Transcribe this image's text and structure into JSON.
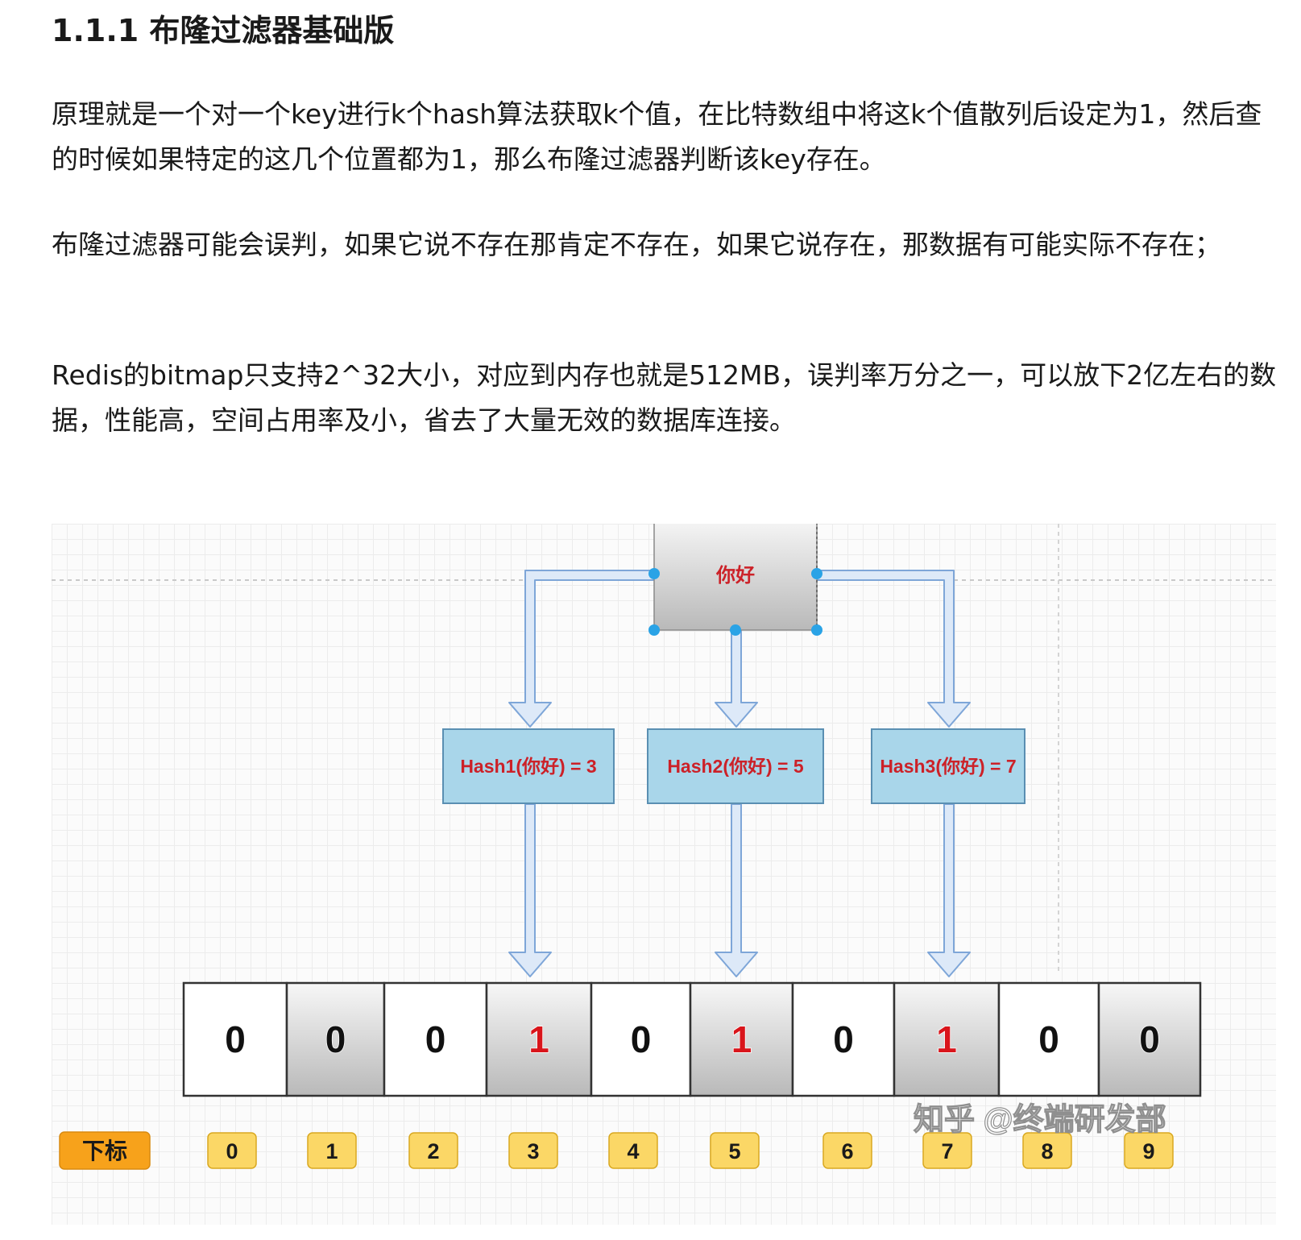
{
  "heading": "1.1.1 布隆过滤器基础版",
  "paragraphs": [
    "原理就是一个对一个key进行k个hash算法获取k个值，在比特数组中将这k个值散列后设定为1，然后查的时候如果特定的这几个位置都为1，那么布隆过滤器判断该key存在。",
    "布隆过滤器可能会误判，如果它说不存在那肯定不存在，如果它说存在，那数据有可能实际不存在；",
    "Redis的bitmap只支持2^32大小，对应到内存也就是512MB，误判率万分之一，可以放下2亿左右的数据，性能高，空间占用率及小，省去了大量无效的数据库连接。"
  ],
  "diagram": {
    "input_label": "你好",
    "hash_labels": [
      "Hash1(你好) = 3",
      "Hash2(你好) = 5",
      "Hash3(你好) = 7"
    ],
    "bits": [
      "0",
      "0",
      "0",
      "1",
      "0",
      "1",
      "0",
      "1",
      "0",
      "0"
    ],
    "index_title": "下标",
    "indices": [
      "0",
      "1",
      "2",
      "3",
      "4",
      "5",
      "6",
      "7",
      "8",
      "9"
    ],
    "watermark": "知乎 @终端研发部",
    "colors": {
      "bit_set": "#d9151b",
      "bit_unset": "#111111",
      "hash_fill": "#a9d6ea",
      "hash_text": "#cc2128",
      "arrow_fill": "#dde9f8",
      "arrow_stroke": "#7ea6d8",
      "index_fill": "#fbd766",
      "index_title_fill": "#f7a21b",
      "handle": "#2aa3e6"
    }
  }
}
